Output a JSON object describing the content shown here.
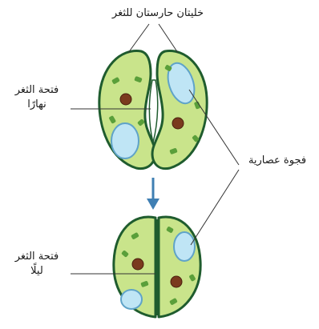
{
  "labels": {
    "guard_cells": "خليتان حارستان للثغر",
    "stoma_open": {
      "line1": "فتحة الثغر",
      "line2": "نهارًا"
    },
    "stoma_closed": {
      "line1": "فتحة الثغر",
      "line2": "ليلًا"
    },
    "vacuole": "فجوة عصارية"
  },
  "colors": {
    "cell_fill": "#c9e48b",
    "cell_edge": "#1f5c2e",
    "vacuole_fill": "#bfe5f5",
    "vacuole_edge": "#5fa3c8",
    "nucleus": "#7a3a1e",
    "chloroplast": "#5a9f3a",
    "arrow": "#3f7fb3"
  }
}
